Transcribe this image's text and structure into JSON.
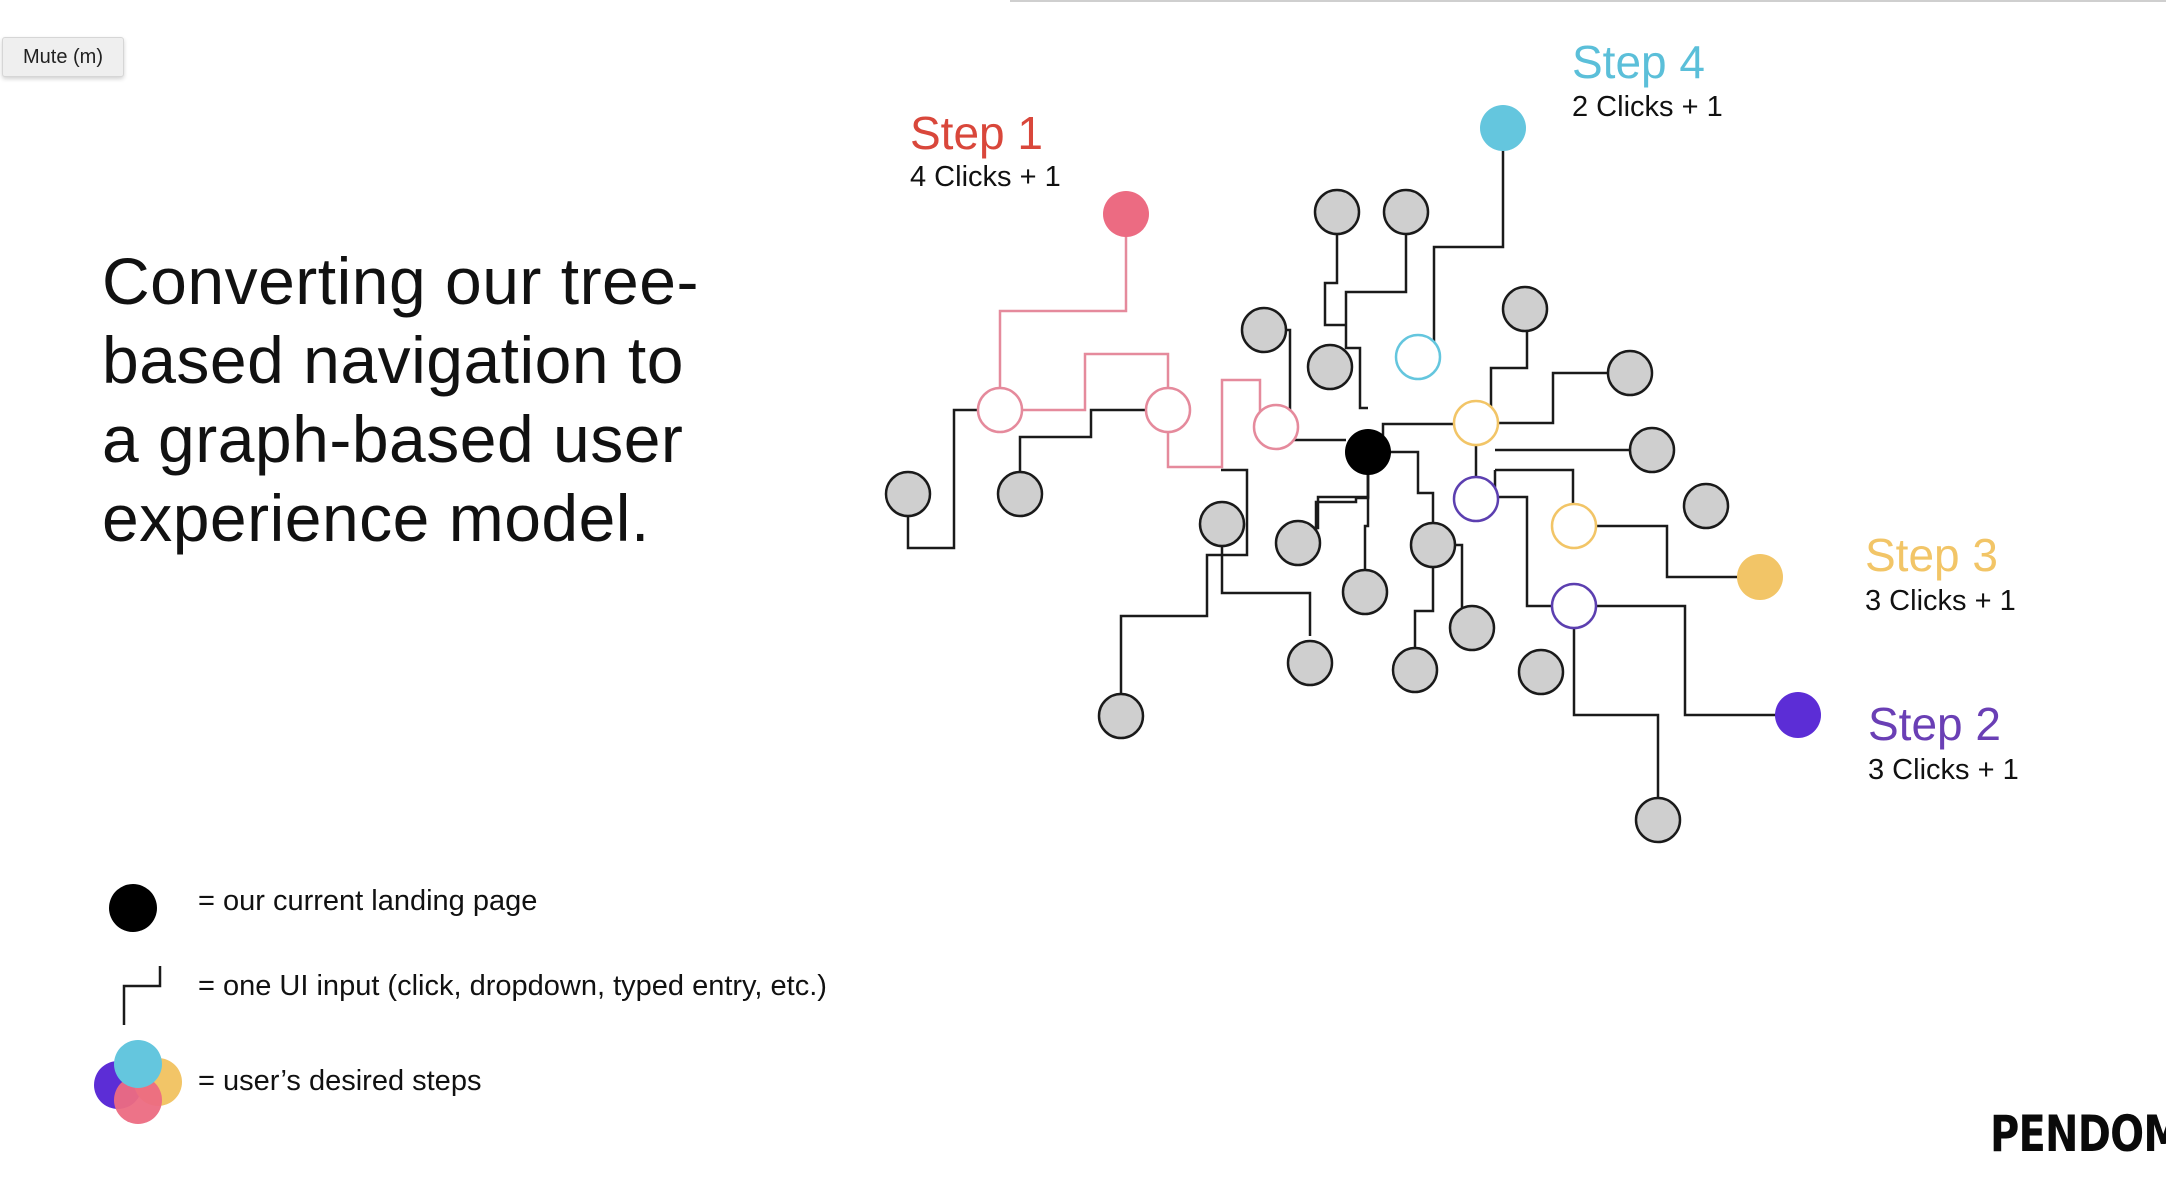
{
  "mute_button": {
    "label": "Mute (m)"
  },
  "headline": "Converting our tree-based navigation to a graph-based user experience model.",
  "steps": [
    {
      "title": "Step 1",
      "subtitle": "4 Clicks + 1",
      "color": "#d9473b"
    },
    {
      "title": "Step 4",
      "subtitle": "2 Clicks + 1",
      "color": "#5bbfd9"
    },
    {
      "title": "Step 3",
      "subtitle": "3 Clicks + 1",
      "color": "#f2c567"
    },
    {
      "title": "Step 2",
      "subtitle": "3 Clicks + 1",
      "color": "#6a3fb5"
    }
  ],
  "legend": {
    "landing_page": "= our current landing page",
    "ui_input": "= one UI input (click, dropdown, typed entry, etc.)",
    "desired_steps": "= user’s desired steps"
  },
  "logo": "PENDOM",
  "colors": {
    "node_fill": "#cfcfcf",
    "node_stroke": "#1a1a1a",
    "center_node": "#000000",
    "step1_path": "#e58a9c",
    "step1_node": "#ec6b82",
    "step4_node": "#64c6de",
    "step3_node": "#f2c567",
    "step2_node": "#5c2dd6"
  }
}
